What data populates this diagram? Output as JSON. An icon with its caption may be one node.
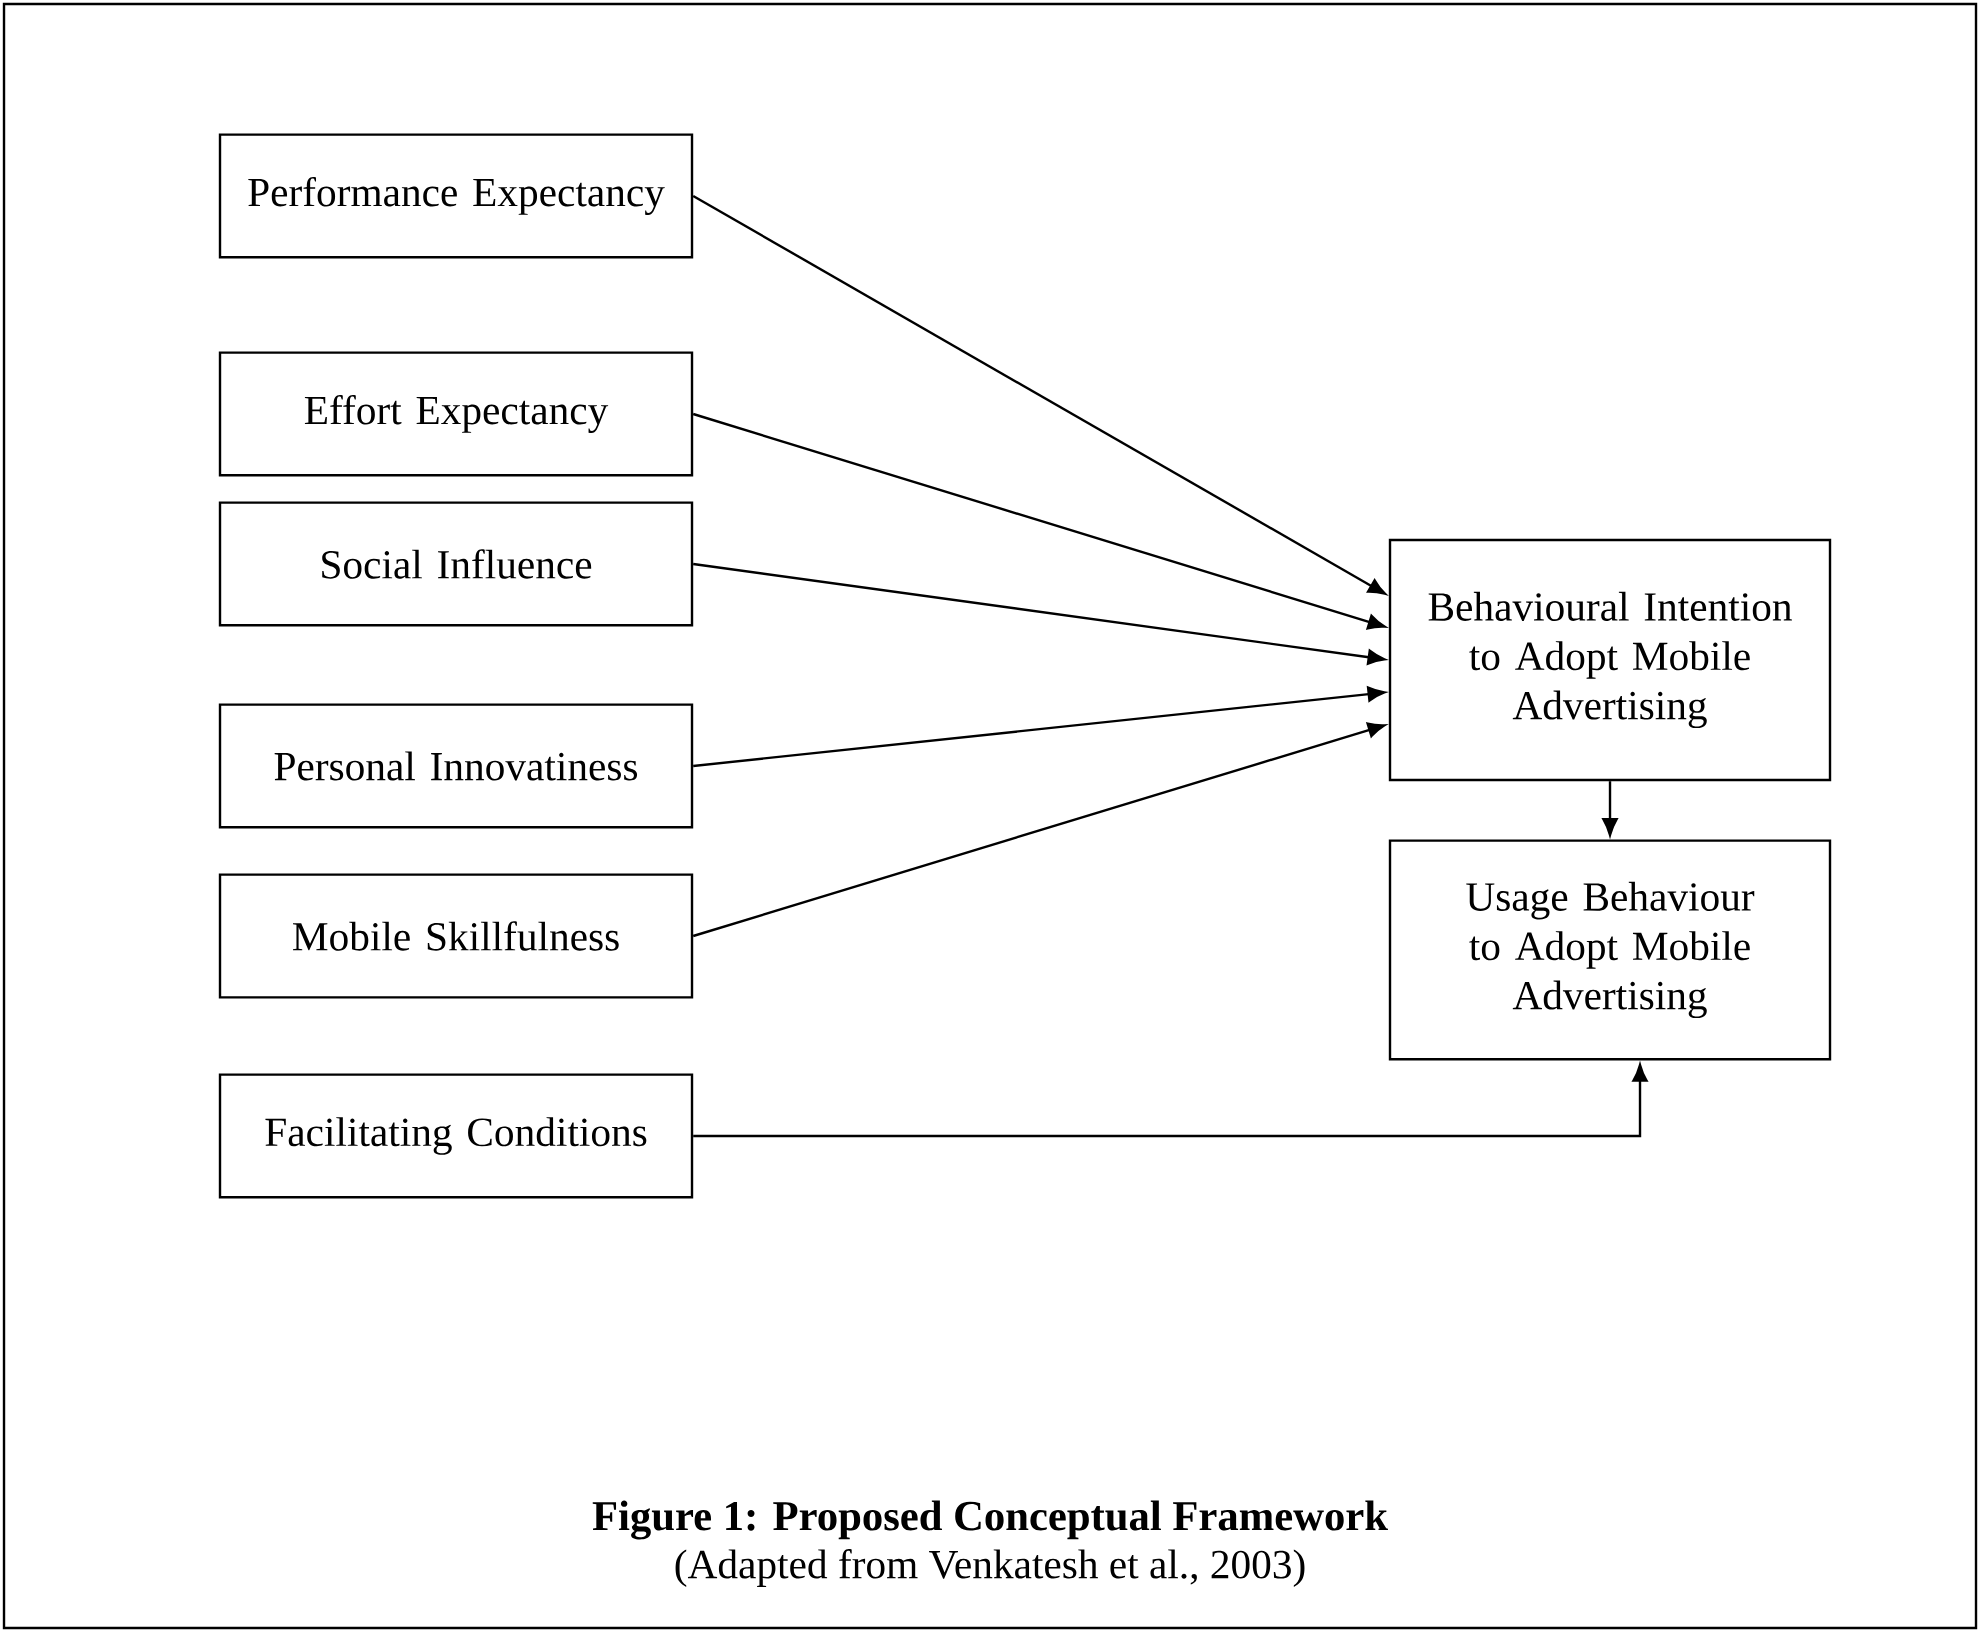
{
  "diagram": {
    "caption": "Figure 1: Proposed Conceptual Framework",
    "nodes": [
      {
        "text": [
          "Performance Expectancy"
        ]
      },
      {
        "text": [
          "Effort Expectancy"
        ]
      },
      {
        "text": [
          "Social Influence"
        ]
      },
      {
        "text": [
          "Personal Innovatiness"
        ]
      },
      {
        "text": [
          "Mobile Skillfulness"
        ]
      },
      {
        "text": [
          "Facilitating Conditions"
        ]
      },
      {
        "text": [
          "Behavioural Intention to Adopt Mobile Advertising"
        ]
      },
      {
        "text": [
          "Usage Behaviour to Adopt Mobile Advertising"
        ]
      }
    ],
    "edges": [
      {
        "from": 0,
        "to": 6,
        "arrow": "to"
      },
      {
        "from": 1,
        "to": 6,
        "arrow": "to"
      },
      {
        "from": 2,
        "to": 6,
        "arrow": "to"
      },
      {
        "from": 3,
        "to": 6,
        "arrow": "to"
      },
      {
        "from": 4,
        "to": 6,
        "arrow": "to"
      },
      {
        "from": 6,
        "to": 7,
        "arrow": "to"
      },
      {
        "from": 5,
        "to": 7,
        "arrow": "to"
      }
    ],
    "labels": [
      "(Adapted from Venkatesh et al., 2003)"
    ]
  }
}
